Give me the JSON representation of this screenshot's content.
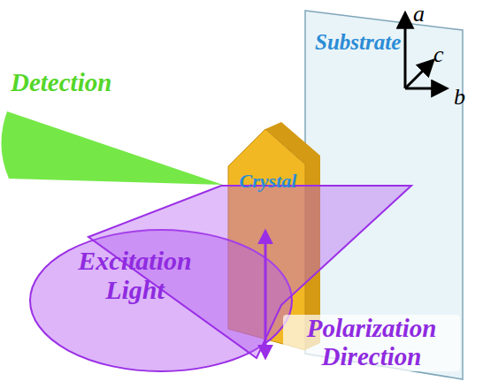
{
  "diagram": {
    "nodes": [
      {
        "text": [
          "Substrate"
        ]
      },
      {
        "text": [
          "Crystal"
        ],
        "in": 0
      },
      {
        "text": [
          "Excitation Light"
        ]
      }
    ],
    "labels": [
      "Detection",
      "Polarization Direction",
      "a",
      "c",
      "b"
    ]
  }
}
